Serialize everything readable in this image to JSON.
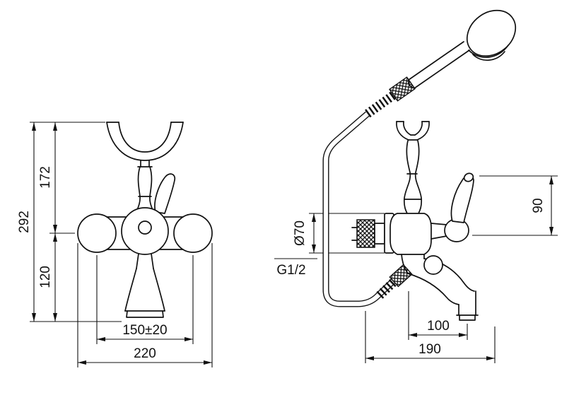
{
  "drawing": {
    "front_view": {
      "dim_cradle_to_center": "172",
      "dim_total_height": "292",
      "dim_center_to_spout": "120",
      "dim_inlet_centers": "150±20",
      "dim_overall_width": "220"
    },
    "side_view": {
      "dim_handle_height": "90",
      "dim_flange_diameter": "Ø70",
      "dim_thread_size": "G1/2",
      "dim_spout_reach": "100",
      "dim_overall_depth": "190"
    }
  }
}
